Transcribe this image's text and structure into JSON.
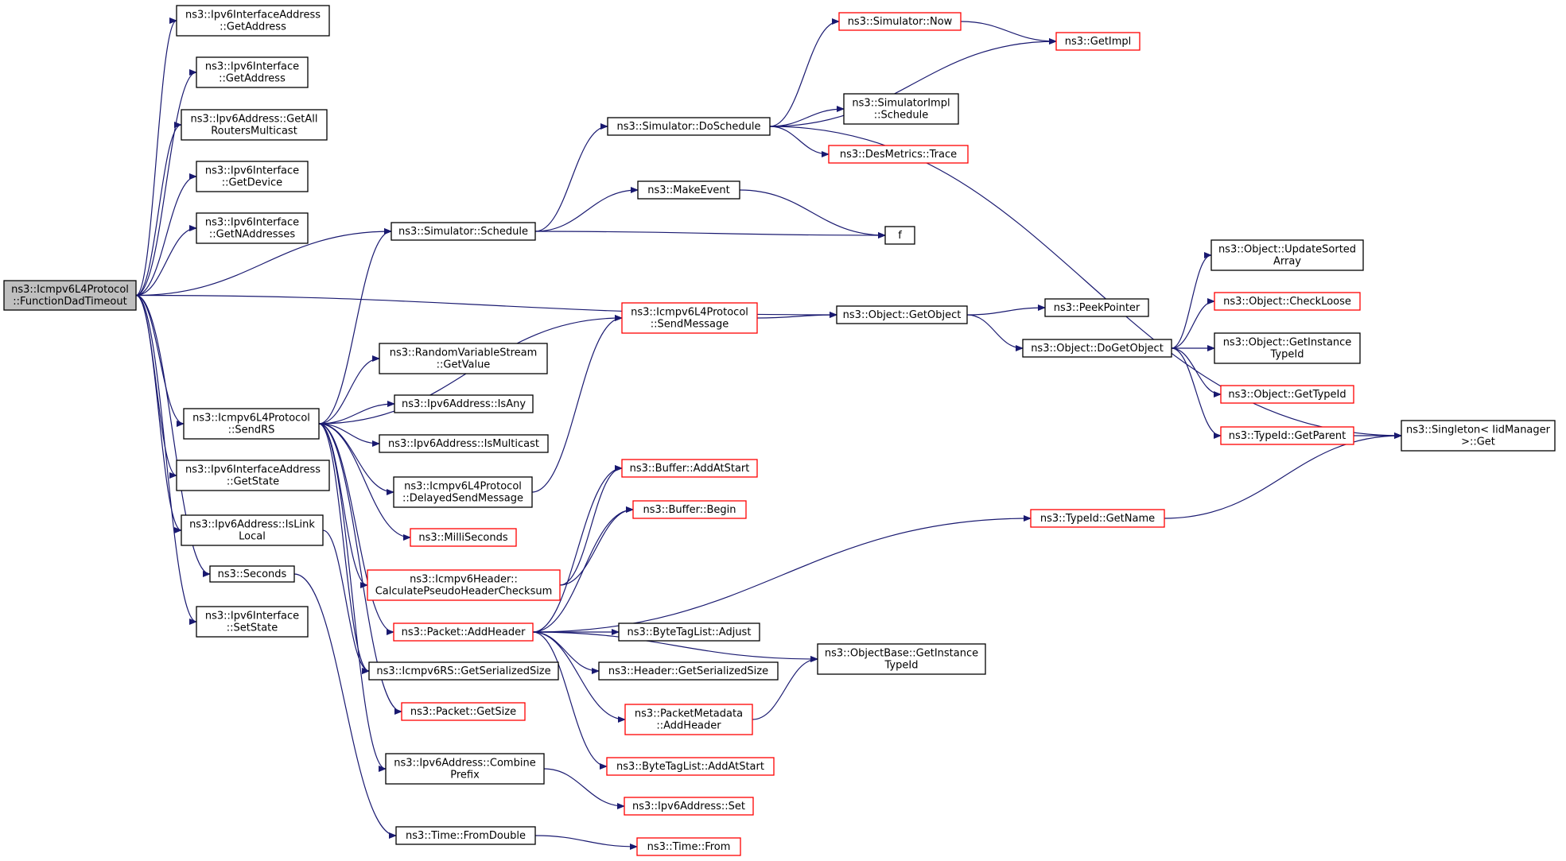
{
  "colors": {
    "edge": "#191970",
    "node_border_normal": "#000000",
    "node_border_truncated": "#ff0000",
    "root_fill": "#bfbfbf",
    "node_fill": "#ffffff"
  },
  "nodes": [
    {
      "id": "root",
      "lines": [
        "ns3::Icmpv6L4Protocol",
        "::FunctionDadTimeout"
      ],
      "style": "root"
    },
    {
      "id": "n_ifaddr_getaddress",
      "lines": [
        "ns3::Ipv6InterfaceAddress",
        "::GetAddress"
      ],
      "style": "normal"
    },
    {
      "id": "n_iface_getaddress",
      "lines": [
        "ns3::Ipv6Interface",
        "::GetAddress"
      ],
      "style": "normal"
    },
    {
      "id": "n_getallrouters",
      "lines": [
        "ns3::Ipv6Address::GetAll",
        "RoutersMulticast"
      ],
      "style": "normal"
    },
    {
      "id": "n_iface_getdevice",
      "lines": [
        "ns3::Ipv6Interface",
        "::GetDevice"
      ],
      "style": "normal"
    },
    {
      "id": "n_iface_getnaddr",
      "lines": [
        "ns3::Ipv6Interface",
        "::GetNAddresses"
      ],
      "style": "normal"
    },
    {
      "id": "n_sim_schedule",
      "lines": [
        "ns3::Simulator::Schedule"
      ],
      "style": "normal"
    },
    {
      "id": "n_sendrs",
      "lines": [
        "ns3::Icmpv6L4Protocol",
        "::SendRS"
      ],
      "style": "normal"
    },
    {
      "id": "n_ifaddr_getstate",
      "lines": [
        "ns3::Ipv6InterfaceAddress",
        "::GetState"
      ],
      "style": "normal"
    },
    {
      "id": "n_islinklocal",
      "lines": [
        "ns3::Ipv6Address::IsLink",
        "Local"
      ],
      "style": "normal"
    },
    {
      "id": "n_seconds",
      "lines": [
        "ns3::Seconds"
      ],
      "style": "normal"
    },
    {
      "id": "n_iface_setstate",
      "lines": [
        "ns3::Ipv6Interface",
        "::SetState"
      ],
      "style": "normal"
    },
    {
      "id": "n_sim_now",
      "lines": [
        "ns3::Simulator::Now"
      ],
      "style": "truncated"
    },
    {
      "id": "n_getimpl",
      "lines": [
        "ns3::GetImpl"
      ],
      "style": "truncated"
    },
    {
      "id": "n_simimpl_schedule",
      "lines": [
        "ns3::SimulatorImpl",
        "::Schedule"
      ],
      "style": "normal"
    },
    {
      "id": "n_doschedule",
      "lines": [
        "ns3::Simulator::DoSchedule"
      ],
      "style": "normal"
    },
    {
      "id": "n_desmetrics",
      "lines": [
        "ns3::DesMetrics::Trace"
      ],
      "style": "truncated"
    },
    {
      "id": "n_makeevent",
      "lines": [
        "ns3::MakeEvent"
      ],
      "style": "normal"
    },
    {
      "id": "n_f",
      "lines": [
        "f"
      ],
      "style": "normal"
    },
    {
      "id": "n_sendmessage",
      "lines": [
        "ns3::Icmpv6L4Protocol",
        "::SendMessage"
      ],
      "style": "truncated"
    },
    {
      "id": "n_getobject",
      "lines": [
        "ns3::Object::GetObject"
      ],
      "style": "normal"
    },
    {
      "id": "n_peekpointer",
      "lines": [
        "ns3::PeekPointer"
      ],
      "style": "normal"
    },
    {
      "id": "n_dogetobject",
      "lines": [
        "ns3::Object::DoGetObject"
      ],
      "style": "normal"
    },
    {
      "id": "n_updatesorted",
      "lines": [
        "ns3::Object::UpdateSorted",
        "Array"
      ],
      "style": "normal"
    },
    {
      "id": "n_checkloose",
      "lines": [
        "ns3::Object::CheckLoose"
      ],
      "style": "truncated"
    },
    {
      "id": "n_getinstancetypeid",
      "lines": [
        "ns3::Object::GetInstance",
        "TypeId"
      ],
      "style": "normal"
    },
    {
      "id": "n_gettypeid",
      "lines": [
        "ns3::Object::GetTypeId"
      ],
      "style": "truncated"
    },
    {
      "id": "n_getparent",
      "lines": [
        "ns3::TypeId::GetParent"
      ],
      "style": "truncated"
    },
    {
      "id": "n_singleton_get",
      "lines": [
        "ns3::Singleton< IidManager",
        " >::Get"
      ],
      "style": "normal"
    },
    {
      "id": "n_rvs_getvalue",
      "lines": [
        "ns3::RandomVariableStream",
        "::GetValue"
      ],
      "style": "normal"
    },
    {
      "id": "n_isany",
      "lines": [
        "ns3::Ipv6Address::IsAny"
      ],
      "style": "normal"
    },
    {
      "id": "n_ismulticast",
      "lines": [
        "ns3::Ipv6Address::IsMulticast"
      ],
      "style": "normal"
    },
    {
      "id": "n_delayedsend",
      "lines": [
        "ns3::Icmpv6L4Protocol",
        "::DelayedSendMessage"
      ],
      "style": "normal"
    },
    {
      "id": "n_milliseconds",
      "lines": [
        "ns3::MilliSeconds"
      ],
      "style": "truncated"
    },
    {
      "id": "n_calcpseudo",
      "lines": [
        "ns3::Icmpv6Header::",
        "CalculatePseudoHeaderChecksum"
      ],
      "style": "truncated"
    },
    {
      "id": "n_addheader",
      "lines": [
        "ns3::Packet::AddHeader"
      ],
      "style": "truncated"
    },
    {
      "id": "n_rs_getsersize",
      "lines": [
        "ns3::Icmpv6RS::GetSerializedSize"
      ],
      "style": "normal"
    },
    {
      "id": "n_packet_getsize",
      "lines": [
        "ns3::Packet::GetSize"
      ],
      "style": "truncated"
    },
    {
      "id": "n_combineprefix",
      "lines": [
        "ns3::Ipv6Address::Combine",
        "Prefix"
      ],
      "style": "normal"
    },
    {
      "id": "n_fromdouble",
      "lines": [
        "ns3::Time::FromDouble"
      ],
      "style": "normal"
    },
    {
      "id": "n_buf_addatstart",
      "lines": [
        "ns3::Buffer::AddAtStart"
      ],
      "style": "truncated"
    },
    {
      "id": "n_buf_begin",
      "lines": [
        "ns3::Buffer::Begin"
      ],
      "style": "truncated"
    },
    {
      "id": "n_typeid_getname",
      "lines": [
        "ns3::TypeId::GetName"
      ],
      "style": "truncated"
    },
    {
      "id": "n_btl_adjust",
      "lines": [
        "ns3::ByteTagList::Adjust"
      ],
      "style": "normal"
    },
    {
      "id": "n_header_getsersize",
      "lines": [
        "ns3::Header::GetSerializedSize"
      ],
      "style": "normal"
    },
    {
      "id": "n_objbase_getinstance",
      "lines": [
        "ns3::ObjectBase::GetInstance",
        "TypeId"
      ],
      "style": "normal"
    },
    {
      "id": "n_pm_addheader",
      "lines": [
        "ns3::PacketMetadata",
        "::AddHeader"
      ],
      "style": "truncated"
    },
    {
      "id": "n_btl_addatstart",
      "lines": [
        "ns3::ByteTagList::AddAtStart"
      ],
      "style": "truncated"
    },
    {
      "id": "n_ipv6addr_set",
      "lines": [
        "ns3::Ipv6Address::Set"
      ],
      "style": "truncated"
    },
    {
      "id": "n_time_from",
      "lines": [
        "ns3::Time::From"
      ],
      "style": "truncated"
    }
  ],
  "edges": [
    [
      "root",
      "n_ifaddr_getaddress"
    ],
    [
      "root",
      "n_iface_getaddress"
    ],
    [
      "root",
      "n_getallrouters"
    ],
    [
      "root",
      "n_iface_getdevice"
    ],
    [
      "root",
      "n_iface_getnaddr"
    ],
    [
      "root",
      "n_sim_schedule"
    ],
    [
      "root",
      "n_getobject"
    ],
    [
      "root",
      "n_sendrs"
    ],
    [
      "root",
      "n_ifaddr_getstate"
    ],
    [
      "root",
      "n_islinklocal"
    ],
    [
      "root",
      "n_seconds"
    ],
    [
      "root",
      "n_iface_setstate"
    ],
    [
      "n_sim_schedule",
      "n_doschedule"
    ],
    [
      "n_sim_schedule",
      "n_makeevent"
    ],
    [
      "n_sim_schedule",
      "n_f"
    ],
    [
      "n_doschedule",
      "n_sim_now"
    ],
    [
      "n_doschedule",
      "n_getimpl"
    ],
    [
      "n_doschedule",
      "n_simimpl_schedule"
    ],
    [
      "n_doschedule",
      "n_desmetrics"
    ],
    [
      "n_doschedule",
      "n_singleton_get"
    ],
    [
      "n_sim_now",
      "n_getimpl"
    ],
    [
      "n_makeevent",
      "n_f"
    ],
    [
      "n_sendrs",
      "n_sim_schedule"
    ],
    [
      "n_sendrs",
      "n_sendmessage"
    ],
    [
      "n_sendrs",
      "n_rvs_getvalue"
    ],
    [
      "n_sendrs",
      "n_isany"
    ],
    [
      "n_sendrs",
      "n_ismulticast"
    ],
    [
      "n_sendrs",
      "n_delayedsend"
    ],
    [
      "n_sendrs",
      "n_milliseconds"
    ],
    [
      "n_sendrs",
      "n_calcpseudo"
    ],
    [
      "n_sendrs",
      "n_addheader"
    ],
    [
      "n_sendrs",
      "n_rs_getsersize"
    ],
    [
      "n_sendrs",
      "n_packet_getsize"
    ],
    [
      "n_sendrs",
      "n_combineprefix"
    ],
    [
      "n_sendmessage",
      "n_getobject"
    ],
    [
      "n_delayedsend",
      "n_sendmessage"
    ],
    [
      "n_getobject",
      "n_peekpointer"
    ],
    [
      "n_getobject",
      "n_dogetobject"
    ],
    [
      "n_dogetobject",
      "n_updatesorted"
    ],
    [
      "n_dogetobject",
      "n_checkloose"
    ],
    [
      "n_dogetobject",
      "n_getinstancetypeid"
    ],
    [
      "n_dogetobject",
      "n_gettypeid"
    ],
    [
      "n_dogetobject",
      "n_getparent"
    ],
    [
      "n_getparent",
      "n_singleton_get"
    ],
    [
      "n_calcpseudo",
      "n_buf_addatstart"
    ],
    [
      "n_calcpseudo",
      "n_buf_begin"
    ],
    [
      "n_addheader",
      "n_buf_addatstart"
    ],
    [
      "n_addheader",
      "n_buf_begin"
    ],
    [
      "n_addheader",
      "n_typeid_getname"
    ],
    [
      "n_addheader",
      "n_objbase_getinstance"
    ],
    [
      "n_addheader",
      "n_btl_adjust"
    ],
    [
      "n_addheader",
      "n_header_getsersize"
    ],
    [
      "n_addheader",
      "n_pm_addheader"
    ],
    [
      "n_addheader",
      "n_btl_addatstart"
    ],
    [
      "n_typeid_getname",
      "n_singleton_get"
    ],
    [
      "n_pm_addheader",
      "n_objbase_getinstance"
    ],
    [
      "n_islinklocal",
      "n_rs_getsersize"
    ],
    [
      "n_seconds",
      "n_fromdouble"
    ],
    [
      "n_combineprefix",
      "n_ipv6addr_set"
    ],
    [
      "n_fromdouble",
      "n_time_from"
    ]
  ]
}
